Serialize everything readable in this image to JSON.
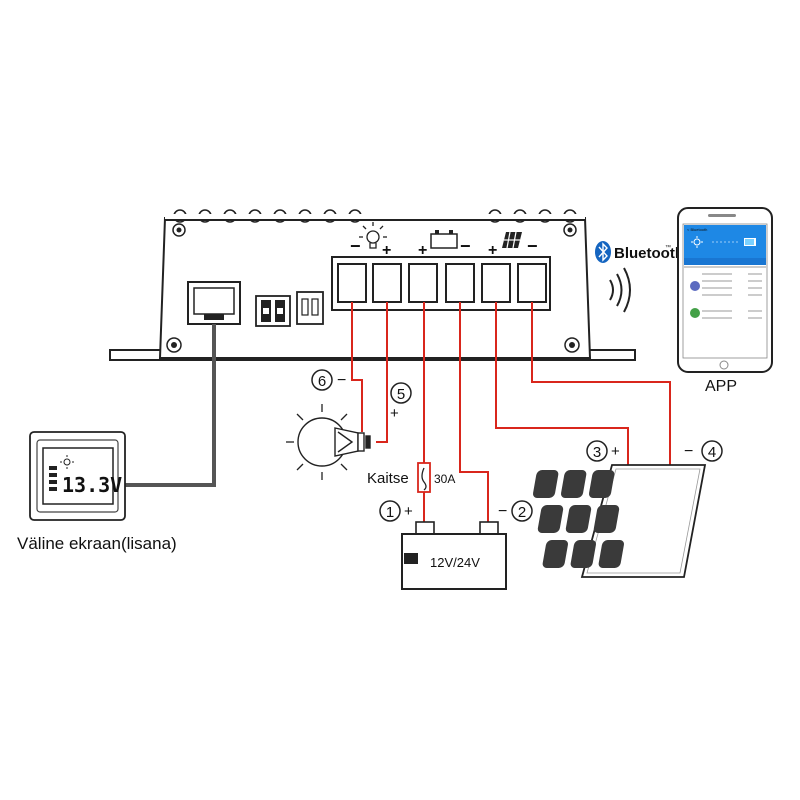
{
  "controller": {
    "load_symbols": [
      "−",
      "+"
    ],
    "battery_symbols": [
      "+",
      "−"
    ],
    "panel_symbols": [
      "+",
      "−"
    ]
  },
  "bluetooth": {
    "label": "Bluetooth",
    "trademark": "™"
  },
  "app": {
    "label": "APP",
    "screen_header": "< Bluetooth"
  },
  "display": {
    "reading": "13.3V",
    "caption": "Väline ekraan(lisana)"
  },
  "fuse": {
    "label": "Kaitse",
    "rating": "30A"
  },
  "battery": {
    "label": "12V/24V"
  },
  "markers": {
    "m1": {
      "num": "1",
      "sign": "+"
    },
    "m2": {
      "num": "2",
      "sign": "−"
    },
    "m3": {
      "num": "3",
      "sign": "+"
    },
    "m4": {
      "num": "4",
      "sign": "−"
    },
    "m5": {
      "num": "5",
      "sign": "+"
    },
    "m6": {
      "num": "6",
      "sign": "−"
    }
  },
  "colors": {
    "wire_red": "#d9261c",
    "wire_gray": "#555555",
    "app_blue": "#1e88e5",
    "panel_cell": "#3a3a3a",
    "bluetooth_blue": "#1565c0"
  }
}
